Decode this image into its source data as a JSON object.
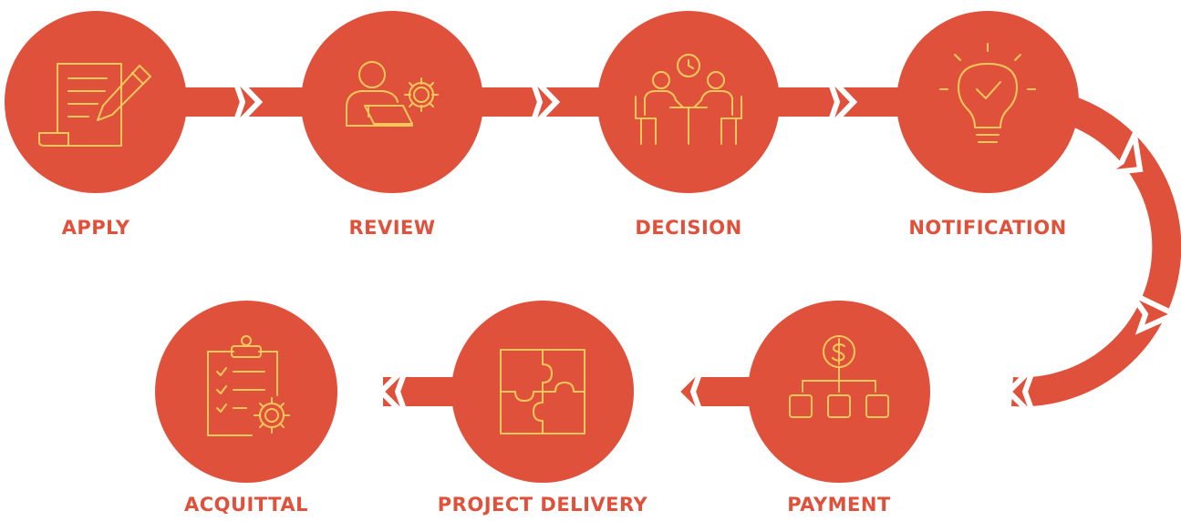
{
  "colors": {
    "accent": "#e0513b",
    "icon_stroke": "#f8c95a",
    "background": "#ffffff"
  },
  "steps": [
    {
      "label": "APPLY",
      "icon": "document-pen-icon"
    },
    {
      "label": "REVIEW",
      "icon": "person-laptop-gear-icon"
    },
    {
      "label": "DECISION",
      "icon": "meeting-clock-icon"
    },
    {
      "label": "NOTIFICATION",
      "icon": "lightbulb-check-icon"
    },
    {
      "label": "PAYMENT",
      "icon": "dollar-hierarchy-icon"
    },
    {
      "label": "PROJECT DELIVERY",
      "icon": "puzzle-icon"
    },
    {
      "label": "ACQUITTAL",
      "icon": "clipboard-checklist-gear-icon"
    }
  ]
}
